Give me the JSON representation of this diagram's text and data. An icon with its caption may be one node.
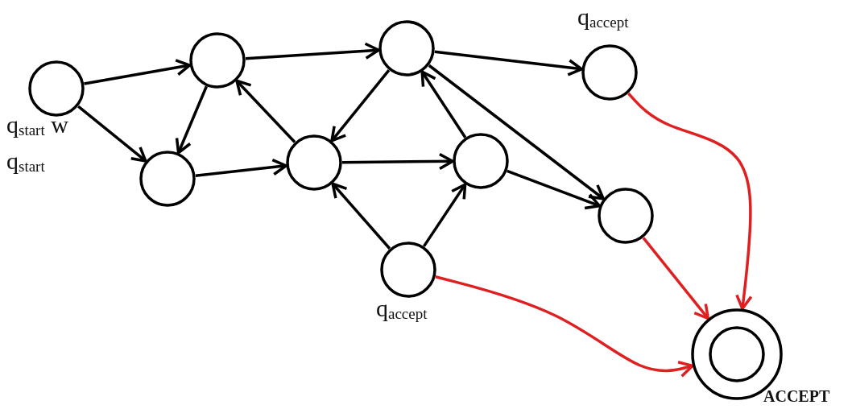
{
  "diagram": {
    "nodes": [
      {
        "text": [],
        "shape": "circle",
        "beside": [
          "q$_{start}$ w",
          "q$_{start}$"
        ]
      },
      {
        "text": [],
        "shape": "circle"
      },
      {
        "text": [],
        "shape": "circle"
      },
      {
        "text": [],
        "shape": "circle",
        "beside": [
          "q$_{accept}$"
        ]
      },
      {
        "text": [],
        "shape": "circle"
      },
      {
        "text": [],
        "shape": "circle"
      },
      {
        "text": [],
        "shape": "circle"
      },
      {
        "text": [],
        "shape": "circle"
      },
      {
        "text": [],
        "shape": "circle",
        "beside": [
          "q$_{accept}$"
        ]
      },
      {
        "text": [],
        "shape": "double-circle",
        "beside": [
          "ACCEPT"
        ]
      }
    ],
    "edges": [
      {
        "from": 0,
        "to": 1,
        "arrow": "to"
      },
      {
        "from": 0,
        "to": 4,
        "arrow": "to"
      },
      {
        "from": 1,
        "to": 2,
        "arrow": "to"
      },
      {
        "from": 1,
        "to": 4,
        "arrow": "to"
      },
      {
        "from": 4,
        "to": 5,
        "arrow": "to"
      },
      {
        "from": 5,
        "to": 1,
        "arrow": "to"
      },
      {
        "from": 2,
        "to": 5,
        "arrow": "to"
      },
      {
        "from": 2,
        "to": 3,
        "arrow": "to"
      },
      {
        "from": 2,
        "to": 7,
        "arrow": "to"
      },
      {
        "from": 5,
        "to": 6,
        "arrow": "to"
      },
      {
        "from": 6,
        "to": 2,
        "arrow": "to"
      },
      {
        "from": 6,
        "to": 7,
        "arrow": "to"
      },
      {
        "from": 8,
        "to": 5,
        "arrow": "to"
      },
      {
        "from": 8,
        "to": 6,
        "arrow": "to"
      },
      {
        "from": 3,
        "to": 9,
        "arrow": "to",
        "color": "#e02020"
      },
      {
        "from": 7,
        "to": 9,
        "arrow": "to",
        "color": "#e02020"
      },
      {
        "from": 8,
        "to": 9,
        "arrow": "to",
        "color": "#e02020"
      }
    ]
  }
}
